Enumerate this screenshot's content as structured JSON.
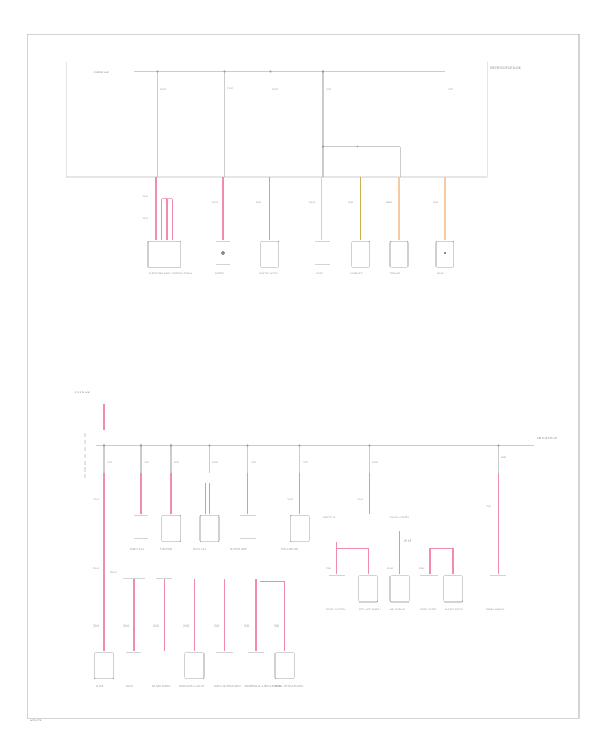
{
  "diagram": {
    "page_label": "W0005741",
    "colors": {
      "pink": "#f28bb1",
      "peach": "#f6c9a0",
      "olive": "#c8b44a",
      "gray": "#bdbdbd",
      "frame": "#9a9a9a"
    },
    "top_group": {
      "left_source_label": "FUSE BLOCK",
      "right_source_label": "UNDERHOOD FUSE BLOCK",
      "fuse_labels": [
        "FUSE",
        "FUSE",
        "FUSE",
        "FUSE",
        "FUSE"
      ],
      "wire_labels": [
        "2940",
        "2940",
        "2940",
        "2840",
        "2840",
        "2840",
        "2840",
        "2840"
      ],
      "component_labels": [
        "ELECTRONIC BRAKE CONTROL MODULE",
        "BATTERY",
        "IGNITION SWITCH",
        "HORN",
        "HEADLAMP",
        "FOG LAMP",
        "RELAY"
      ]
    },
    "bottom_group": {
      "source_label": "FUSE BLOCK",
      "right_source_label": "IGNITION SWITCH",
      "fuse_labels": [
        "FUSE",
        "FUSE",
        "FUSE",
        "FUSE",
        "FUSE",
        "FUSE",
        "FUSE",
        "FUSE"
      ],
      "wire_labels": [
        "2540",
        "2540",
        "2540",
        "2540",
        "2540",
        "2540",
        "2540",
        "2540",
        "2540",
        "2540",
        "2540",
        "2540",
        "2540",
        "2540",
        "2540"
      ],
      "splice_labels": [
        "SPLICE",
        "SPLICE"
      ],
      "component_labels": [
        "CLOCK",
        "RADIO",
        "AIR BAG MODULE",
        "INSTRUMENT CLUSTER",
        "BODY CONTROL MODULE",
        "TRANSMISSION CONTROL MODULE",
        "ENGINE CONTROL MODULE",
        "CRUISE CONTROL",
        "STOP LAMP SWITCH",
        "ABS MODULE",
        "WIPER MOTOR",
        "BLOWER MOTOR",
        "POWER WINDOW",
        "POWER LOCK",
        "FUEL PUMP",
        "DOOR LOCK",
        "INTERIOR LAMP",
        "HVAC CONTROL",
        "DEFOGGER",
        "ENGINE CONTROL"
      ]
    }
  }
}
